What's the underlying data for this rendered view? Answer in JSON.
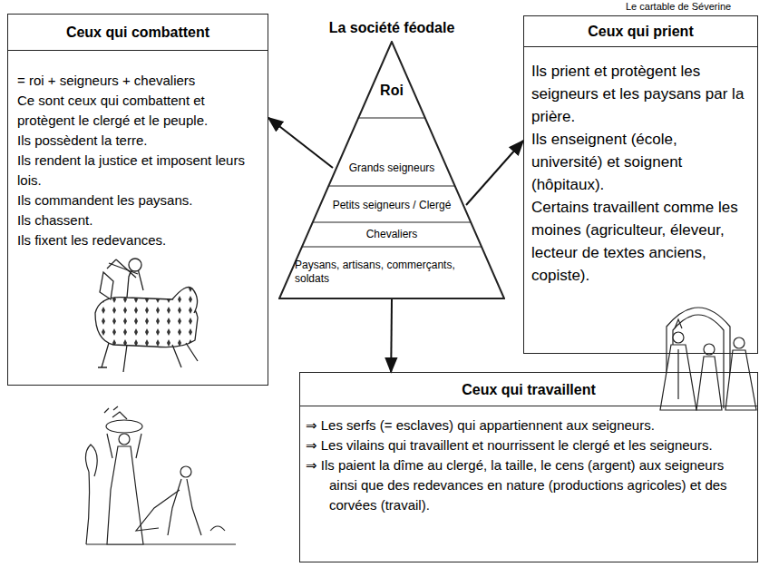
{
  "diagram": {
    "title": "La société féodale",
    "nodes": [
      {
        "text": [
          "Ceux qui combattent",
          "= roi + seigneurs + chevaliers",
          "Ce sont ceux qui combattent et protègent le clergé et le peuple.",
          "Ils possèdent la terre.",
          "Ils rendent la justice et imposent leurs lois.",
          "Ils commandent les paysans.",
          "Ils chassent.",
          "Ils fixent les redevances."
        ]
      },
      {
        "text": []
      },
      {
        "text": [
          "Roi"
        ],
        "in": 1
      },
      {
        "text": [
          "Grands seigneurs"
        ],
        "in": 1
      },
      {
        "text": [
          "Petits seigneurs / Clergé"
        ],
        "in": 1
      },
      {
        "text": [
          "Chevaliers"
        ],
        "in": 1
      },
      {
        "text": [
          "Paysans, artisans, commerçants, soldats"
        ],
        "in": 1
      },
      {
        "text": [
          "Ceux qui prient",
          "Ils prient et protègent les seigneurs et les paysans par la prière.",
          "Ils enseignent (école, université) et soignent (hôpitaux).",
          "Certains travaillent comme les moines (agriculteur, éleveur, lecteur de textes anciens, copiste)."
        ]
      },
      {
        "text": [
          "Ceux qui travaillent",
          "⇒ Les serfs (= esclaves) qui appartiennent aux seigneurs.",
          "⇒ Les vilains qui travaillent et nourrissent le clergé et les seigneurs.",
          "⇒ Ils paient la dîme au clergé, la taille, le cens (argent) aux seigneurs ainsi que des redevances en nature (productions agricoles) et des corvées (travail)."
        ]
      }
    ],
    "edges": [
      {
        "from": 3,
        "to": 0,
        "arrow": "to"
      },
      {
        "from": 4,
        "to": 7,
        "arrow": "to"
      },
      {
        "from": 1,
        "to": 8,
        "arrow": "to"
      }
    ],
    "labels": [
      "Le cartable de Séverine"
    ]
  }
}
